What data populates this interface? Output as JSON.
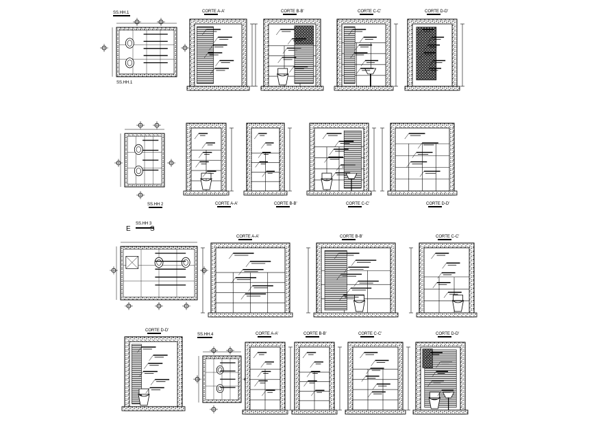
{
  "sheet": {
    "group1": {
      "plan_label": "SS.HH.1",
      "sections": [
        "CORTE A-A'",
        "CORTE B-B'",
        "CORTE C-C'",
        "CORTE D-D'"
      ]
    },
    "group2": {
      "plan_label": "SS.HH 2",
      "sections": [
        "CORTE A-A'",
        "CORTE B-B'",
        "CORTE C-C'",
        "CORTE D-D'"
      ]
    },
    "group3": {
      "plan_label": "SS.HH 3",
      "overlay_text": "E",
      "overlay_text_2": "S",
      "sections": [
        "CORTE A-A'",
        "CORTE B-B'",
        "CORTE C-C'"
      ],
      "section_d": "CORTE D-D'"
    },
    "group4": {
      "plan_label": "SS.HH.4",
      "sections": [
        "CORTE A-A'",
        "CORTE B-B'",
        "CORTE C-C'",
        "CORTE D-D'"
      ]
    }
  }
}
